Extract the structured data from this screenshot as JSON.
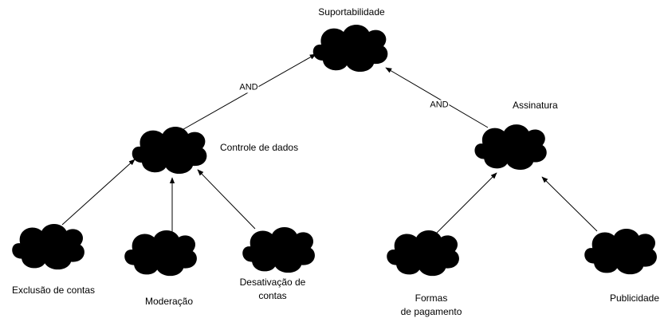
{
  "diagram": {
    "nodes": {
      "root": {
        "label": "Suportabilidade"
      },
      "controle": {
        "label": "Controle de dados"
      },
      "assinatura": {
        "label": "Assinatura"
      },
      "exclusao": {
        "label": "Exclusão de contas"
      },
      "moderacao": {
        "label": "Moderação"
      },
      "desativacao": {
        "label_line1": "Desativação de",
        "label_line2": "contas"
      },
      "formas": {
        "label_line1": "Formas",
        "label_line2": "de pagamento"
      },
      "publicidade": {
        "label": "Publicidade"
      }
    },
    "edges": {
      "controle_to_root": {
        "label": "AND"
      },
      "assinatura_to_root": {
        "label": "AND"
      }
    }
  },
  "colors": {
    "stroke": "#000000",
    "fill": "#ffffff"
  }
}
